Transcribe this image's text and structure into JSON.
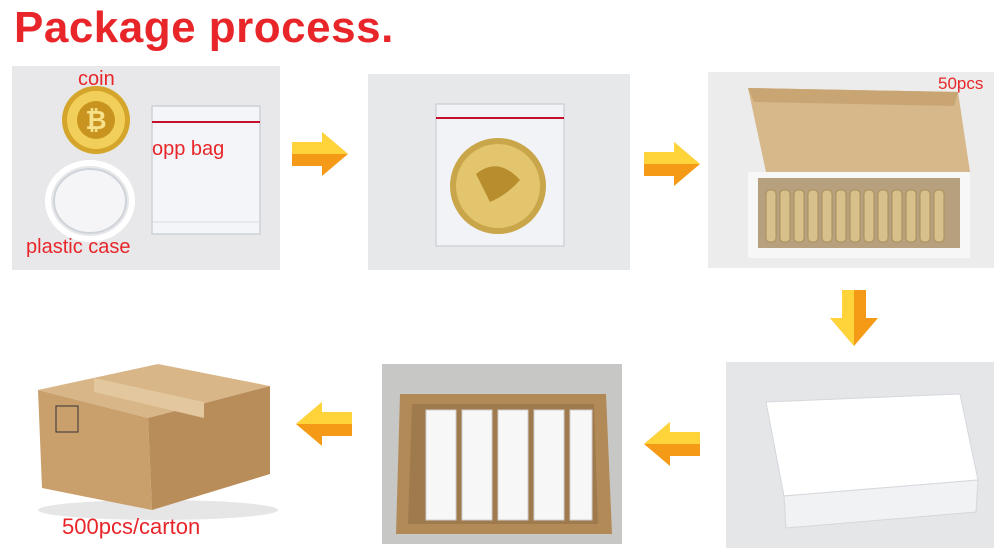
{
  "title": "Package process.",
  "steps": [
    {
      "labels": {
        "coin": "coin",
        "bag": "opp bag",
        "case": "plastic case"
      }
    },
    {
      "labels": {}
    },
    {
      "labels": {
        "count": "50pcs"
      }
    },
    {
      "labels": {}
    },
    {
      "labels": {}
    },
    {
      "labels": {
        "carton": "500pcs/carton"
      }
    }
  ],
  "colors": {
    "title": "#e8262a",
    "label": "#e8262a",
    "arrow_light": "#ffd43a",
    "arrow_dark": "#f59a16",
    "cardboard": "#c8a072",
    "panel_bg": "#e6e6e8"
  },
  "icons": [
    "arrow-right-icon",
    "arrow-down-icon",
    "arrow-left-icon"
  ]
}
